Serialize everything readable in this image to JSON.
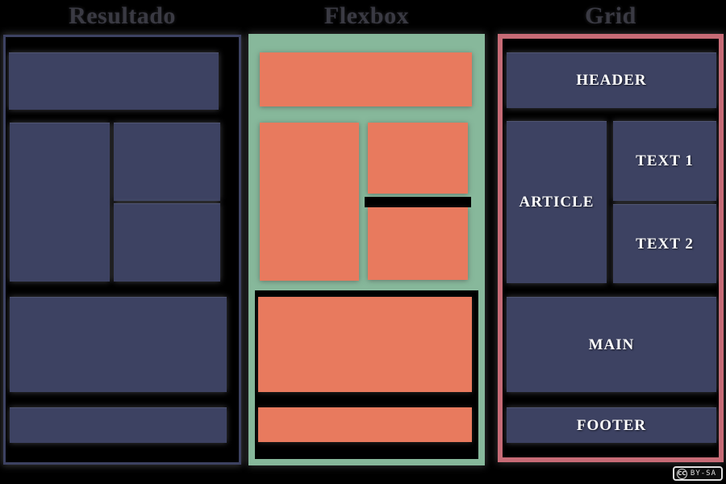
{
  "diagram": {
    "panels": [
      {
        "title": "Resultado",
        "type": "result"
      },
      {
        "title": "Flexbox",
        "type": "flexbox"
      },
      {
        "title": "Grid",
        "type": "grid",
        "boxes": {
          "header": "HEADER",
          "article": "ARTICLE",
          "text1": "TEXT 1",
          "text2": "TEXT 2",
          "main": "MAIN",
          "footer": "FOOTER"
        }
      }
    ],
    "colors": {
      "background": "#000000",
      "box_navy": "#3d4262",
      "salmon": "#e87a5e",
      "frame_green": "#87b89b",
      "frame_pink": "#c76b76",
      "title_text": "#3a3a43",
      "label_text": "#ffffff",
      "badge_border": "#e0e0e0"
    },
    "badge": {
      "icon": "CC",
      "label": "BY-SA"
    }
  }
}
